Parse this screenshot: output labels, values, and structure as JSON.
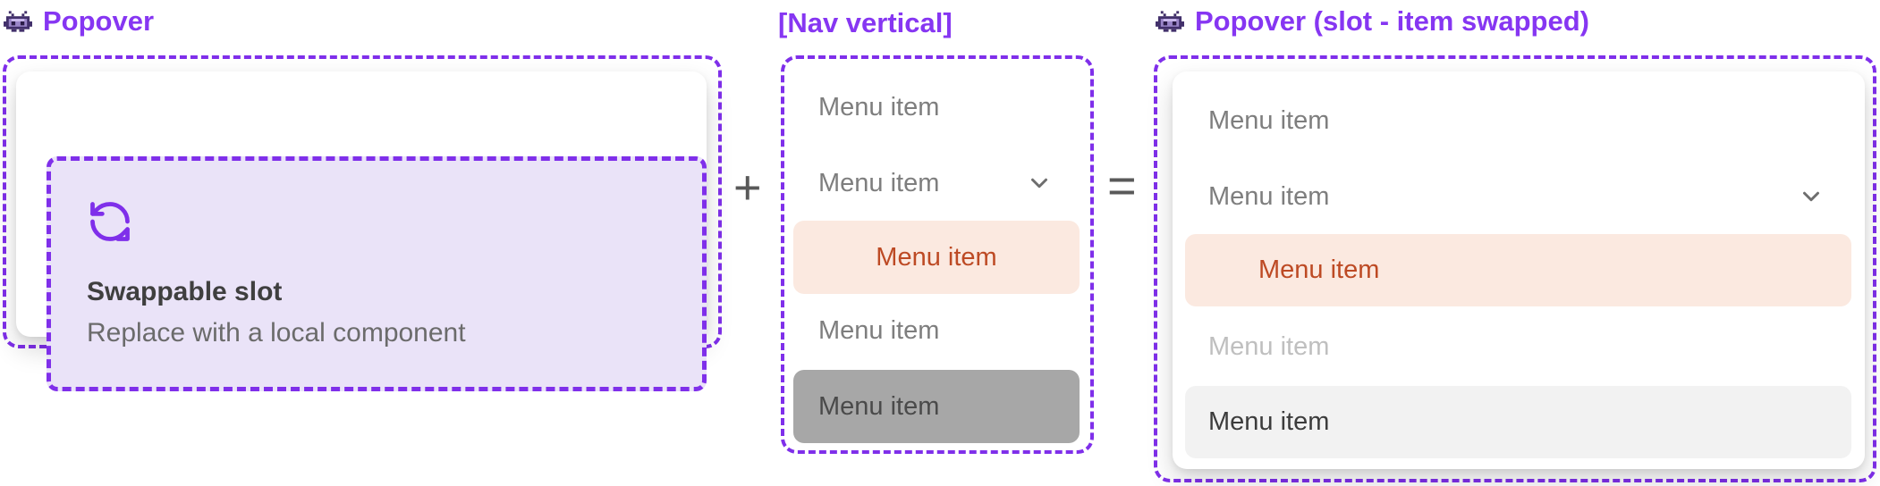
{
  "colors": {
    "accent_purple": "#7F2FEA",
    "header_purple": "#8636F2",
    "slot_fill": "#EAE3F8",
    "active_item_fill": "#FBE9E0",
    "active_item_text": "#BD4A24",
    "selected_item_fill_middle": "#A7A7A7",
    "selected_item_text_middle": "#4A4A4A",
    "selected_item_fill_right": "#F2F2F2",
    "selected_item_text_right": "#3C3C3C",
    "menu_item_text": "#7E7E7E",
    "disabled_item_text": "#BFBFBF",
    "operator_gray": "#595959",
    "title_text": "#3F3F3F",
    "secondary_text": "#6B6B6B"
  },
  "left_panel": {
    "title": "Popover",
    "header_icon": "invader-icon",
    "slot": {
      "icon": "swap-icon",
      "title": "Swappable slot",
      "description": "Replace with a local component"
    }
  },
  "operators": {
    "plus": "+",
    "equals": "="
  },
  "middle_panel": {
    "title": "[Nav vertical]",
    "items": [
      {
        "label": "Menu item",
        "state": "default"
      },
      {
        "label": "Menu item",
        "state": "expandable",
        "icon": "chevron-down-icon"
      },
      {
        "label": "Menu item",
        "state": "active"
      },
      {
        "label": "Menu item",
        "state": "default"
      },
      {
        "label": "Menu item",
        "state": "selected"
      }
    ]
  },
  "right_panel": {
    "title": "Popover (slot - item swapped)",
    "header_icon": "invader-icon",
    "items": [
      {
        "label": "Menu item",
        "state": "default"
      },
      {
        "label": "Menu item",
        "state": "expandable",
        "icon": "chevron-down-icon"
      },
      {
        "label": "Menu item",
        "state": "active"
      },
      {
        "label": "Menu item",
        "state": "disabled"
      },
      {
        "label": "Menu item",
        "state": "selected"
      }
    ]
  }
}
